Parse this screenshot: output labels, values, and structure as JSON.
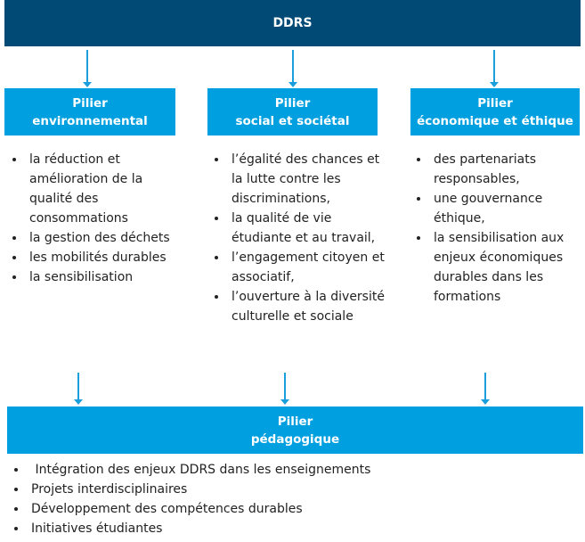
{
  "title": "DDRS",
  "pillars": [
    {
      "line1": "Pilier",
      "line2": "environnemental",
      "items": [
        "la réduction et amélioration de la qualité des consommations",
        "la gestion des déchets",
        "les mobilités durables",
        "la sensibilisation"
      ]
    },
    {
      "line1": "Pilier",
      "line2": "social et sociétal",
      "items": [
        "l’égalité des chances et la lutte contre les discriminations,",
        "la qualité de vie étudiante et au travail,",
        "l’engagement citoyen et associatif,",
        "l’ouverture à la diversité culturelle et sociale"
      ]
    },
    {
      "line1": "Pilier",
      "line2": "économique et éthique",
      "items": [
        "des partenariats responsables,",
        "une gouvernance éthique,",
        "la sensibilisation aux enjeux économiques durables dans les formations"
      ]
    }
  ],
  "pedagogic": {
    "line1": "Pilier",
    "line2": "pédagogique",
    "items": [
      " Intégration des enjeux DDRS dans les enseignements",
      "Projets interdisciplinaires",
      "Développement des compétences durables",
      "Initiatives étudiantes"
    ]
  },
  "colors": {
    "dark": "#004a75",
    "accent": "#009fe0"
  }
}
